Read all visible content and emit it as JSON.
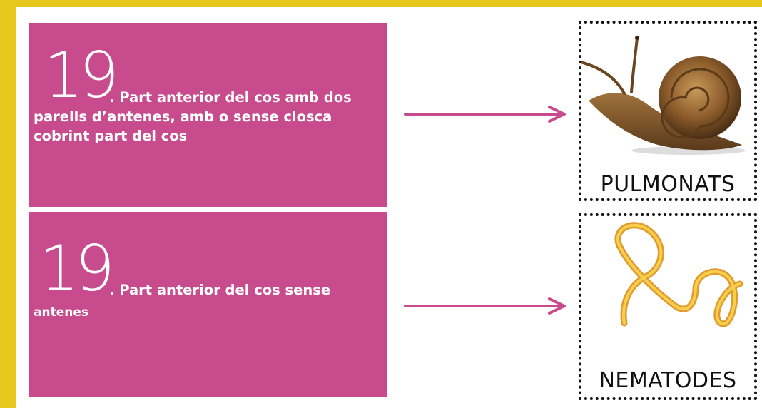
{
  "cards": [
    {
      "number": "19",
      "line1": ". Part anterior del cos amb dos",
      "line2": "parells d’antenes, amb o sense closca cobrint part del cos"
    },
    {
      "number": "19",
      "line1": ". Part anterior del cos sense",
      "line2": "antenes"
    }
  ],
  "answers": [
    {
      "label": "PULMONATS",
      "icon": "snail-icon"
    },
    {
      "label": "NEMATODES",
      "icon": "worm-icon"
    }
  ],
  "colors": {
    "frame": "#e6c81c",
    "card": "#c84b8e",
    "arrow": "#c84b8e"
  }
}
